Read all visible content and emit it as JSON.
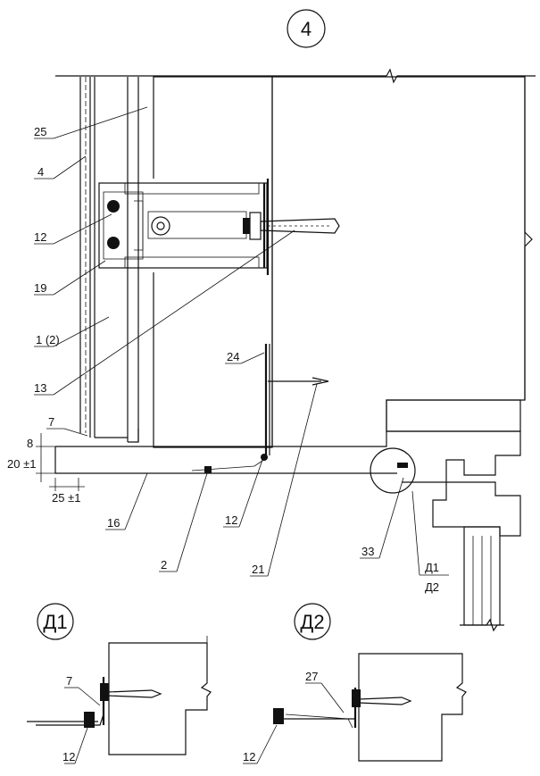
{
  "detail_number": "4",
  "labels": {
    "l25": "25",
    "l4": "4",
    "l12a": "12",
    "l19": "19",
    "l1_2": "1 (2)",
    "l13": "13",
    "l7": "7",
    "l24": "24",
    "l8": "8",
    "l20": "20 ±1",
    "l25pm": "25 ±1",
    "l16": "16",
    "l2": "2",
    "l12b": "12",
    "l21": "21",
    "l33": "33",
    "ld1": "Д1",
    "ld2": "Д2"
  },
  "details": {
    "d1": {
      "title": "Д1",
      "l7": "7",
      "l12": "12"
    },
    "d2": {
      "title": "Д2",
      "l27": "27",
      "l12": "12"
    }
  }
}
